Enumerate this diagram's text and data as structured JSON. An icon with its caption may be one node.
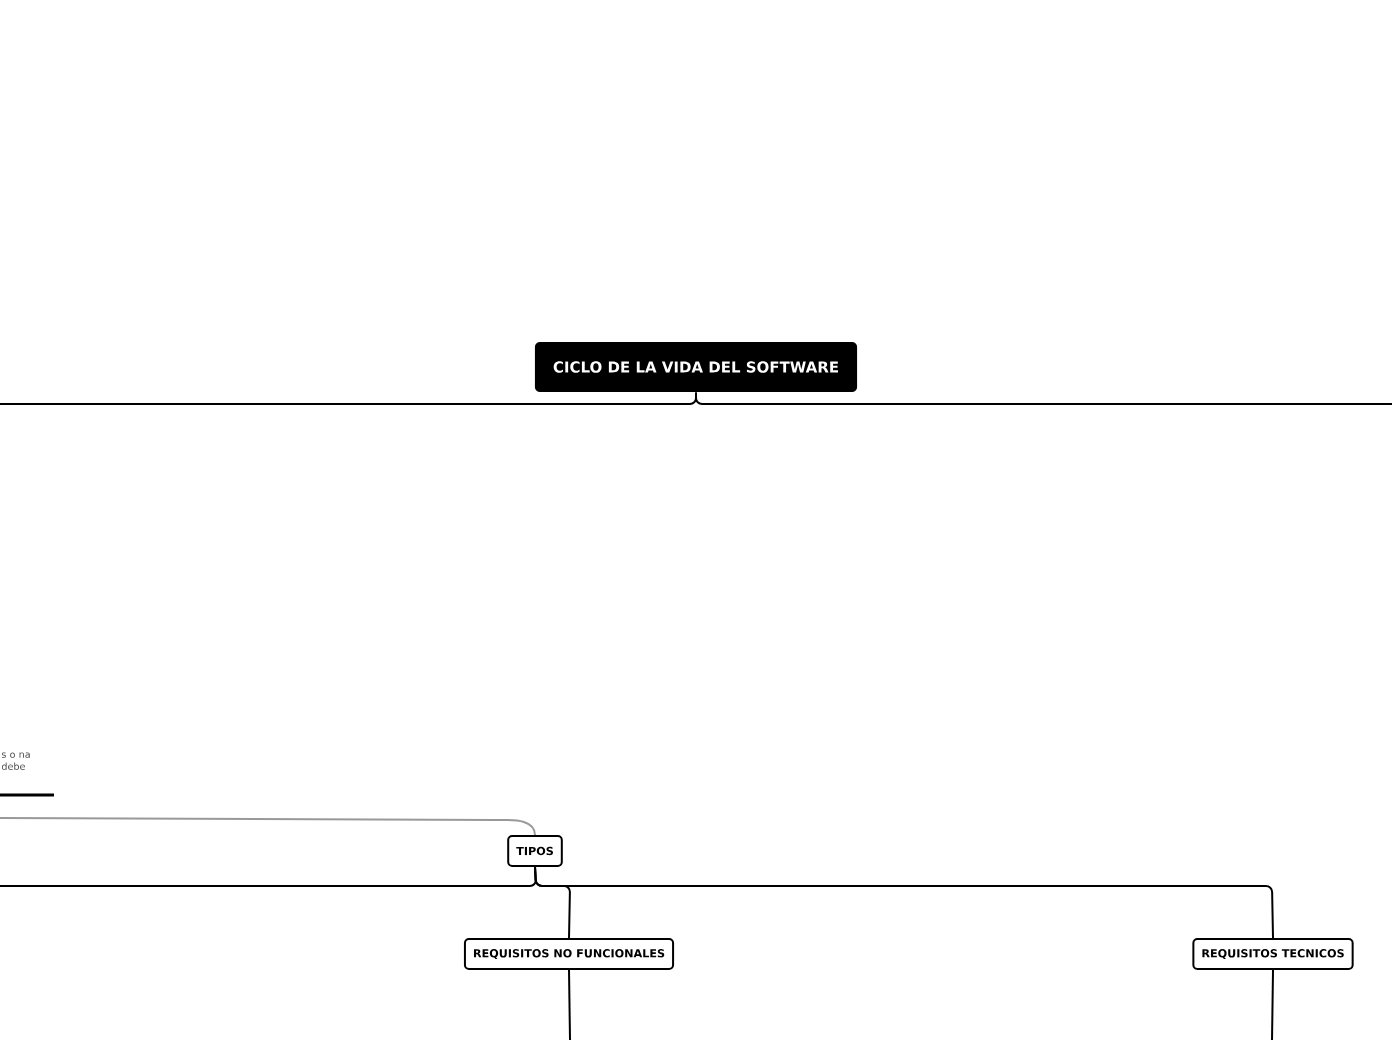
{
  "diagram": {
    "nodes": [
      {
        "text": [
          "CICLO DE LA VIDA DEL SOFTWARE"
        ]
      },
      {
        "text": [
          "TIPOS"
        ]
      },
      {
        "text": [
          "REQUISITOS NO FUNCIONALES"
        ]
      },
      {
        "text": [
          "REQUISITOS TECNICOS"
        ]
      }
    ],
    "edges": [
      {
        "from": 0,
        "to": null,
        "arrow": "none"
      },
      {
        "from": 0,
        "to": null,
        "arrow": "none"
      },
      {
        "from": 1,
        "to": null,
        "arrow": "none",
        "color": "#999999"
      },
      {
        "from": 1,
        "to": null,
        "arrow": "none"
      },
      {
        "from": 1,
        "to": 2,
        "arrow": "none"
      },
      {
        "from": 1,
        "to": 3,
        "arrow": "none"
      },
      {
        "from": 2,
        "to": null,
        "arrow": "none"
      },
      {
        "from": 3,
        "to": null,
        "arrow": "none"
      }
    ],
    "labels": [
      "s o na debe"
    ]
  }
}
